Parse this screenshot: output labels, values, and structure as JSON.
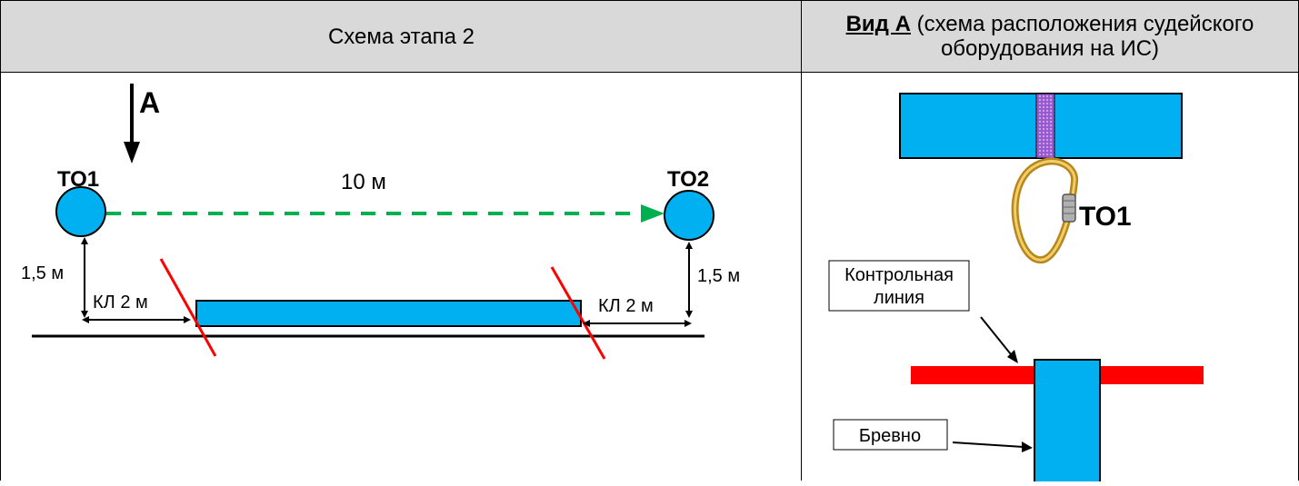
{
  "header": {
    "left_title": "Схема этапа 2",
    "right_title_bold": "Вид А",
    "right_title_rest": " (схема расположения судейского оборудования на ИС)"
  },
  "stage": {
    "arrow_label": "А",
    "to1_label": "ТО1",
    "to2_label": "ТО2",
    "distance_label": "10 м",
    "height_left_label": "1,5 м",
    "height_right_label": "1,5 м",
    "kl_left_label": "КЛ 2 м",
    "kl_right_label": "КЛ 2 м"
  },
  "view_a": {
    "carabiner_label": "ТО1",
    "control_line_label_1": "Контрольная",
    "control_line_label_2": "линия",
    "log_label": "Бревно"
  },
  "colors": {
    "header_bg": "#d9d9d9",
    "blue": "#00b0f0",
    "red": "#ff0000",
    "green": "#00b050",
    "purple": "#9b59d0",
    "gold": "#d4a637"
  }
}
